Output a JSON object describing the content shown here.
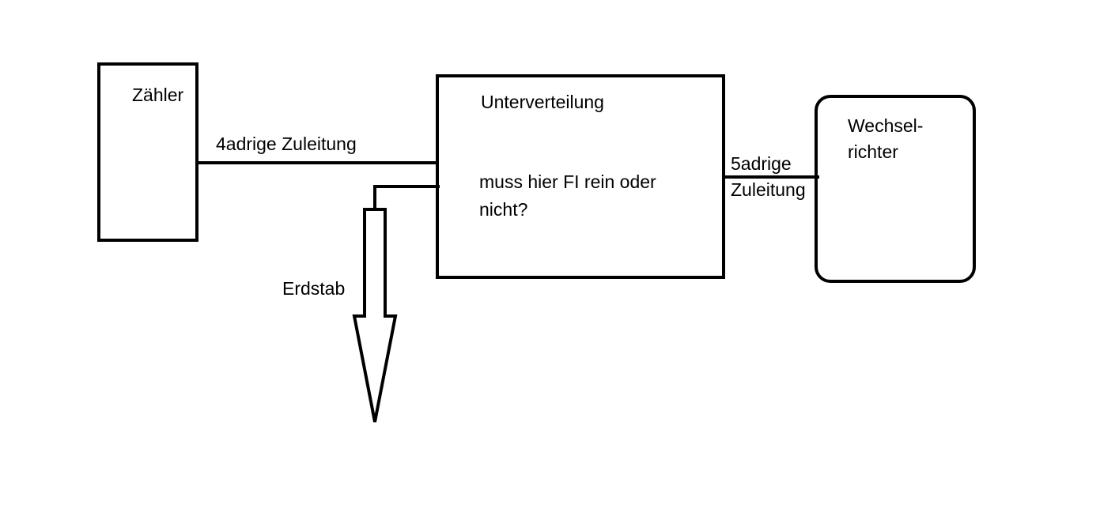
{
  "diagram": {
    "meter": {
      "label": "Zähler"
    },
    "feed_line_4": {
      "label": "4adrige Zuleitung"
    },
    "subdistribution": {
      "title": "Unterverteilung",
      "question_line1": "muss hier FI rein oder",
      "question_line2": "nicht?"
    },
    "feed_line_5": {
      "label_line1": "5adrige",
      "label_line2": "Zuleitung"
    },
    "inverter": {
      "label_line1": "Wechsel-",
      "label_line2": "richter"
    },
    "ground_rod": {
      "label": "Erdstab"
    },
    "colors": {
      "stroke": "#000000",
      "background": "#ffffff"
    }
  }
}
